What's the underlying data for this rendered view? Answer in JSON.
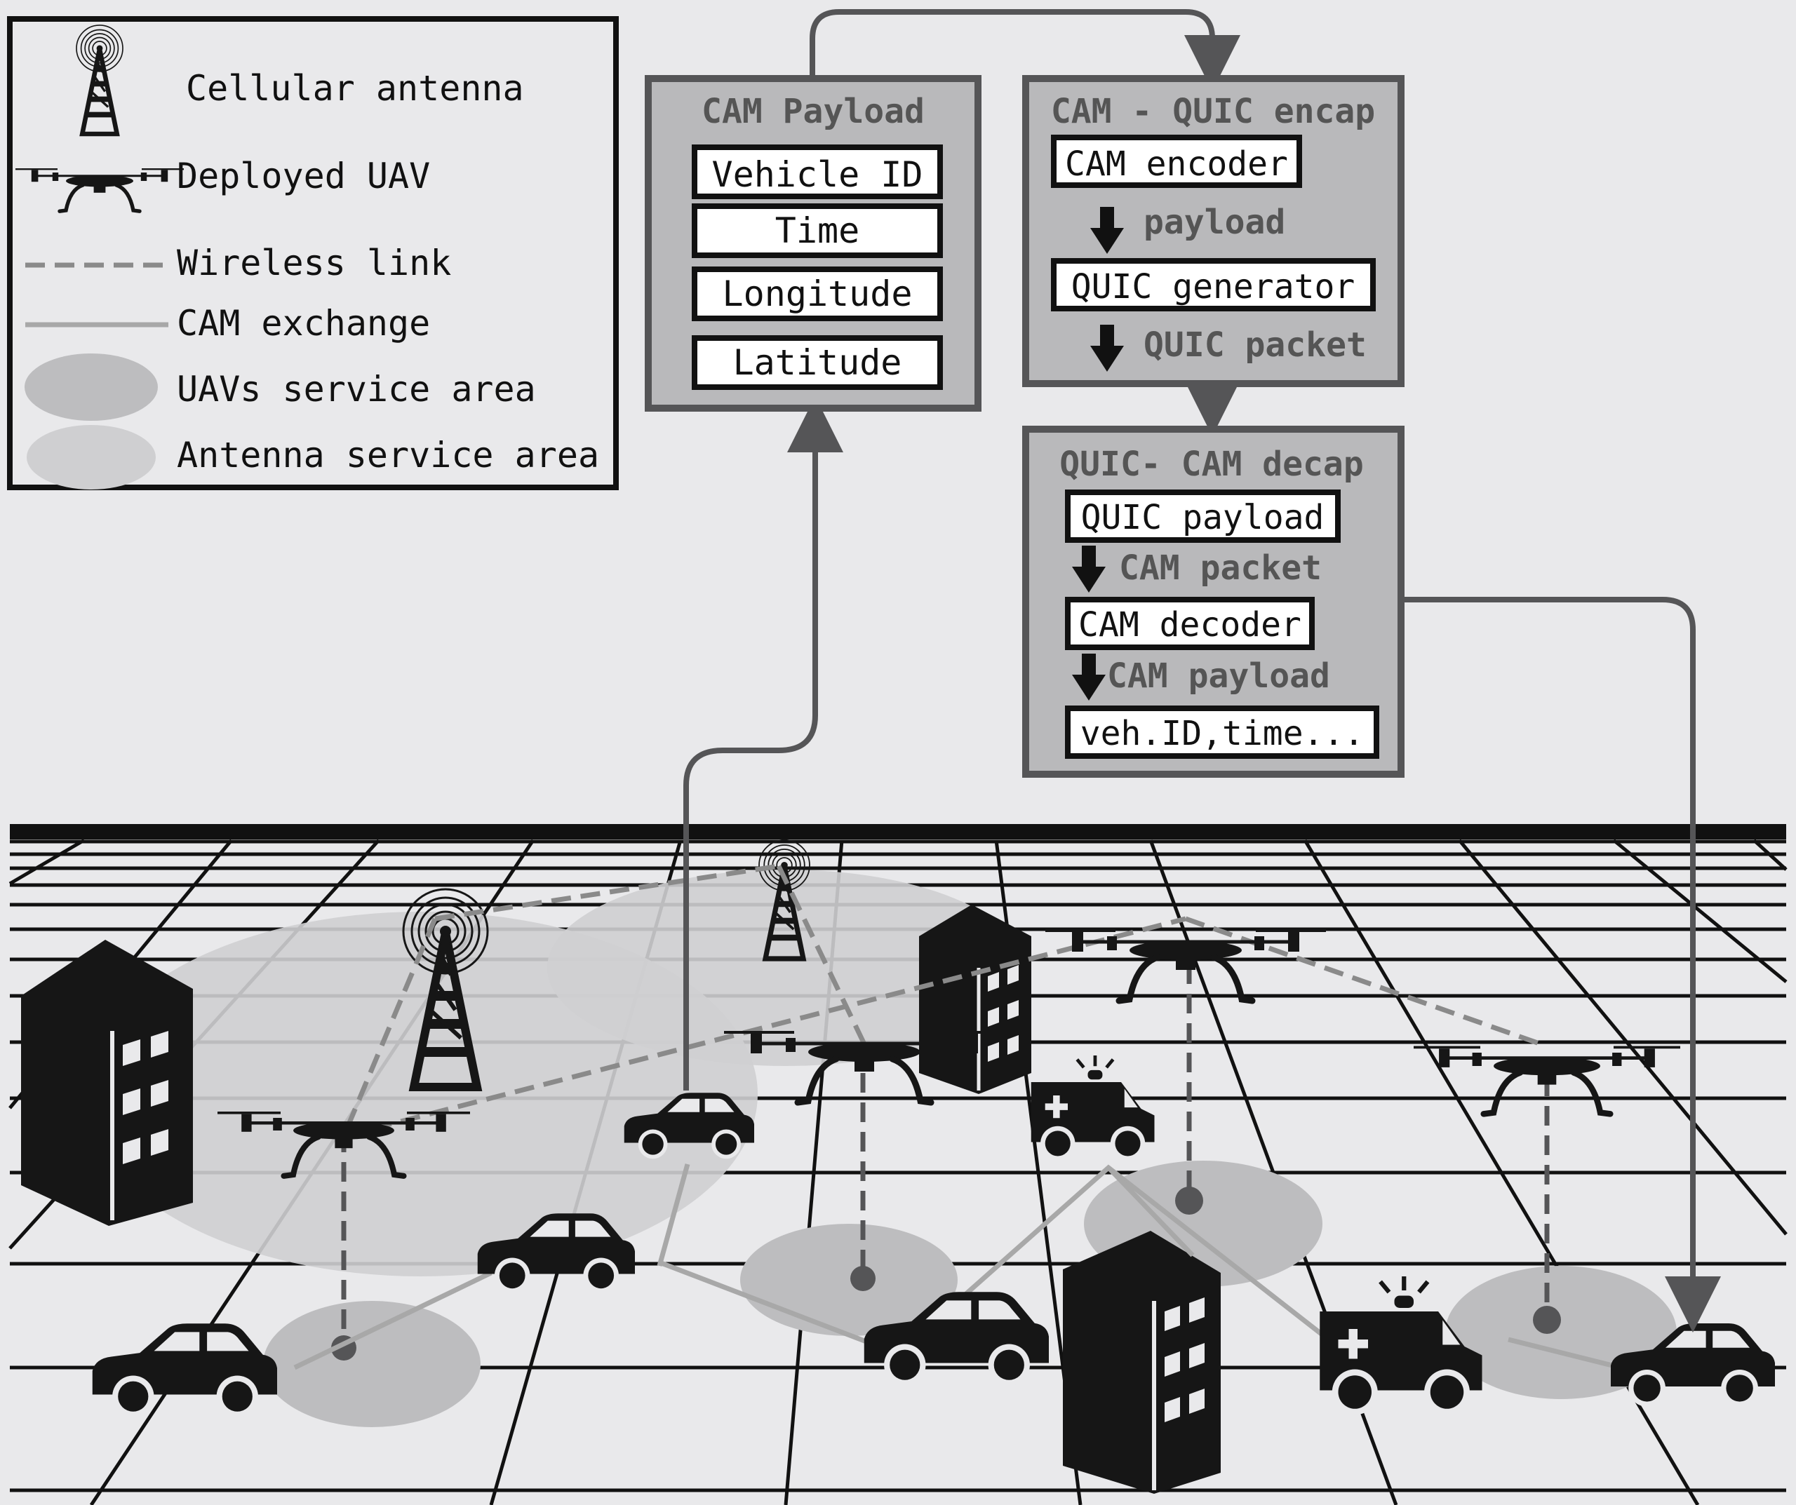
{
  "legend": {
    "items": [
      {
        "icon": "cellular-antenna-icon",
        "label": "Cellular antenna"
      },
      {
        "icon": "deployed-uav-icon",
        "label": "Deployed UAV"
      },
      {
        "icon": "wireless-link-line",
        "label": "Wireless link"
      },
      {
        "icon": "cam-exchange-line",
        "label": "CAM exchange"
      },
      {
        "icon": "uav-service-area-ellipse",
        "label": "UAVs service area"
      },
      {
        "icon": "antenna-service-area-ellipse",
        "label": "Antenna service area"
      }
    ]
  },
  "cam_payload": {
    "title": "CAM Payload",
    "fields": [
      "Vehicle ID",
      "Time",
      "Longitude",
      "Latitude"
    ]
  },
  "encap": {
    "title": "CAM - QUIC encap",
    "box1": "CAM encoder",
    "step1": "payload",
    "box2": "QUIC generator",
    "step2": "QUIC packet"
  },
  "decap": {
    "title": "QUIC- CAM decap",
    "box1": "QUIC payload",
    "step1": "CAM packet",
    "box2": "CAM decoder",
    "step2": "CAM payload",
    "box3": "veh.ID,time..."
  },
  "colors": {
    "background": "#e9e9eb",
    "box_fill": "#b9b9bb",
    "box_border": "#555557",
    "ink": "#111111",
    "wireless_link": "#8a8a8a",
    "cam_exchange": "#a8a8a8",
    "uav_area": "#bdbdbf",
    "antenna_area": "#cfcfd1"
  }
}
